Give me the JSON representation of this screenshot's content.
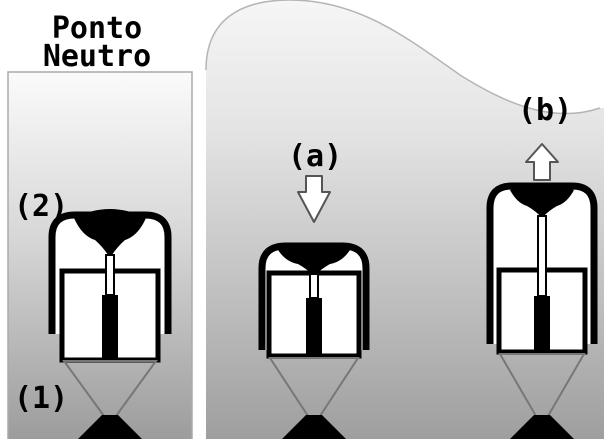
{
  "title_lines": [
    "Ponto",
    "Neutro"
  ],
  "labels": {
    "a": "(a)",
    "b": "(b)",
    "one": "(1)",
    "two": "(2)"
  },
  "colors": {
    "ink": "#000000",
    "background": "#ffffff",
    "gradient_light": "#ffffff",
    "gradient_dark": "#9d9d9d",
    "column_border": "#aaaaaa",
    "arrow_fill": "#ffffff"
  },
  "icons": {
    "down_arrow": "down-arrow-icon",
    "up_arrow": "up-arrow-icon"
  }
}
